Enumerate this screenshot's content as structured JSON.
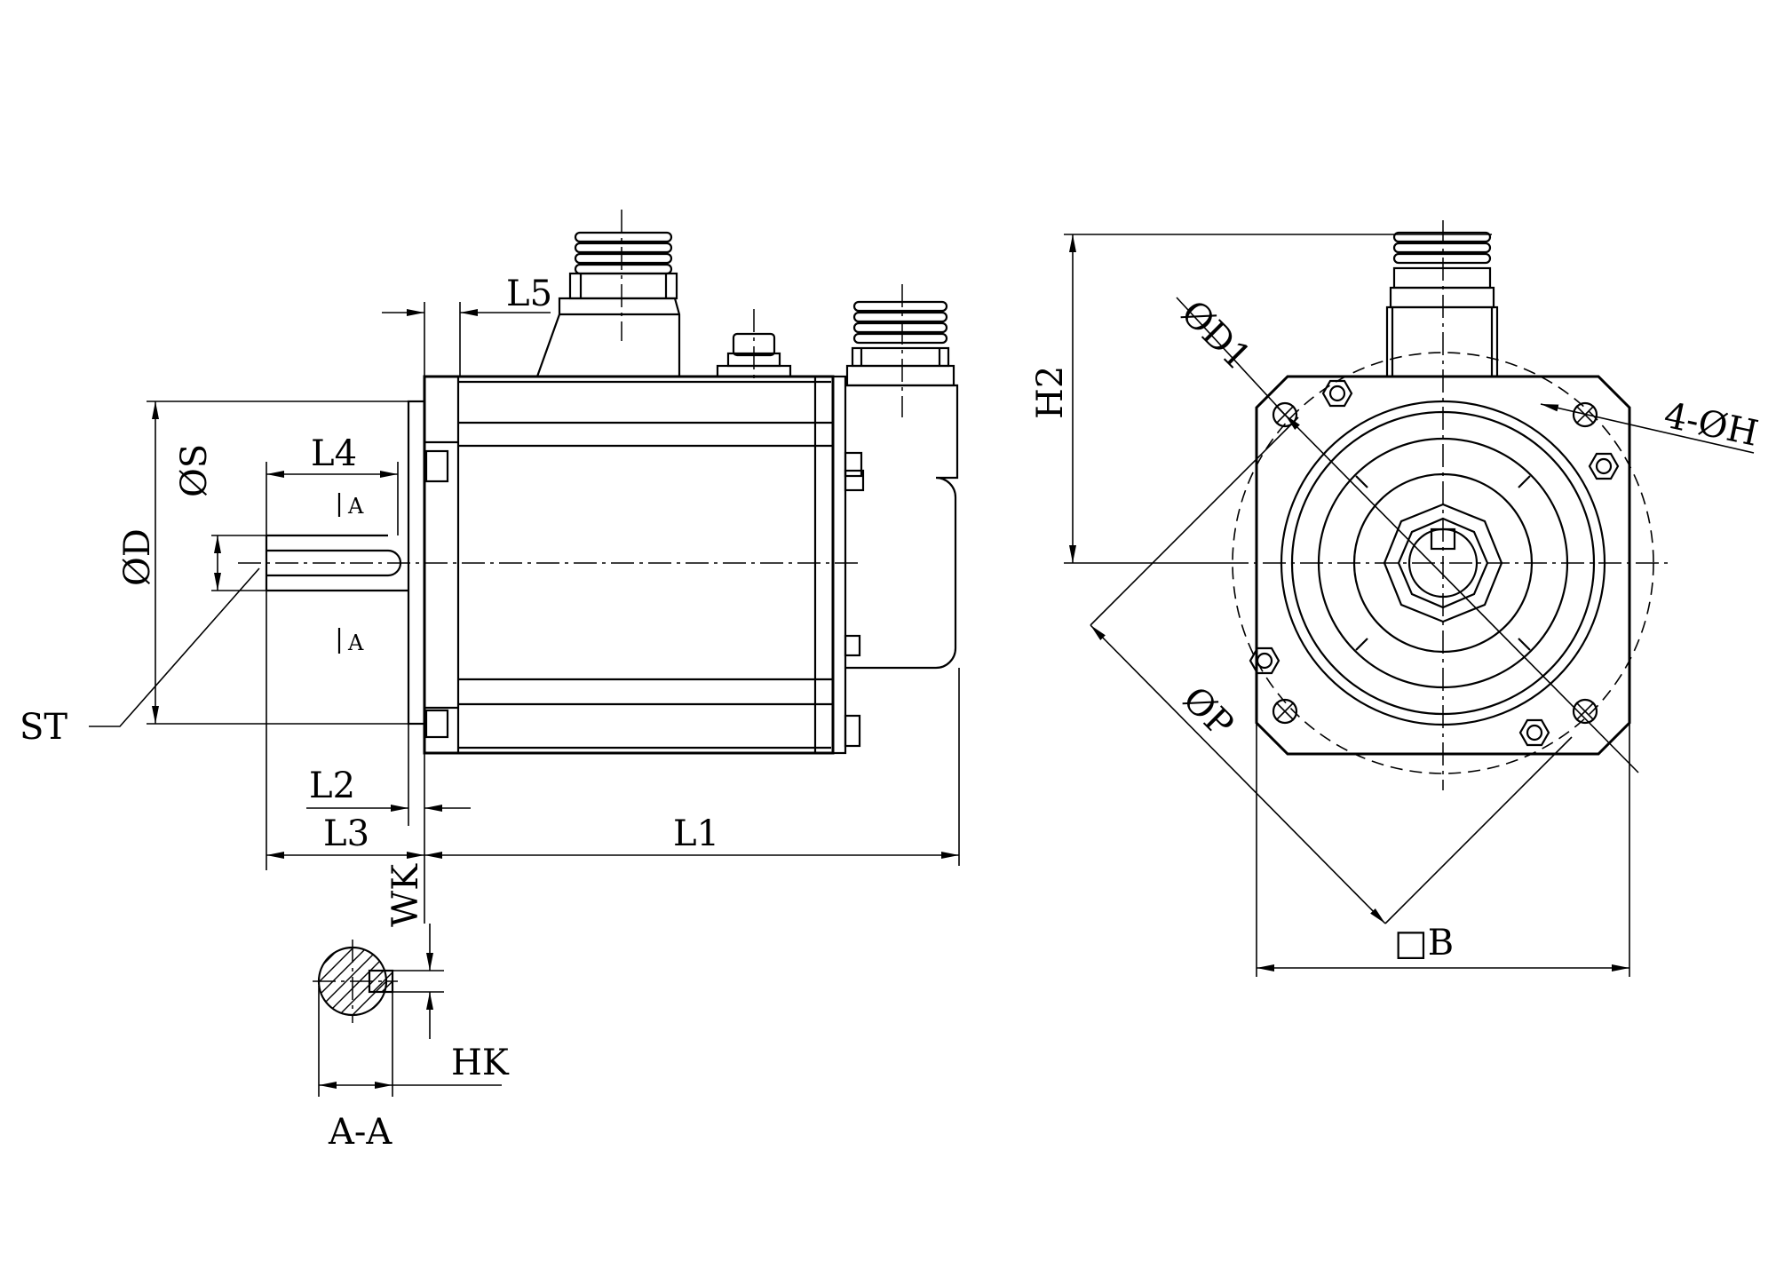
{
  "labels": {
    "l5": "L5",
    "l4": "L4",
    "l2": "L2",
    "l3": "L3",
    "l1": "L1",
    "phi_s": "ØS",
    "phi_d": "ØD",
    "st": "ST",
    "section_mark_top": "A",
    "section_mark_bottom": "A",
    "wk": "WK",
    "hk": "HK",
    "section_aa": "A-A",
    "h2": "H2",
    "phi_d1": "ØD1",
    "four_phi_h": "4-ØH",
    "phi_p": "ØP",
    "square_b": "□B"
  }
}
